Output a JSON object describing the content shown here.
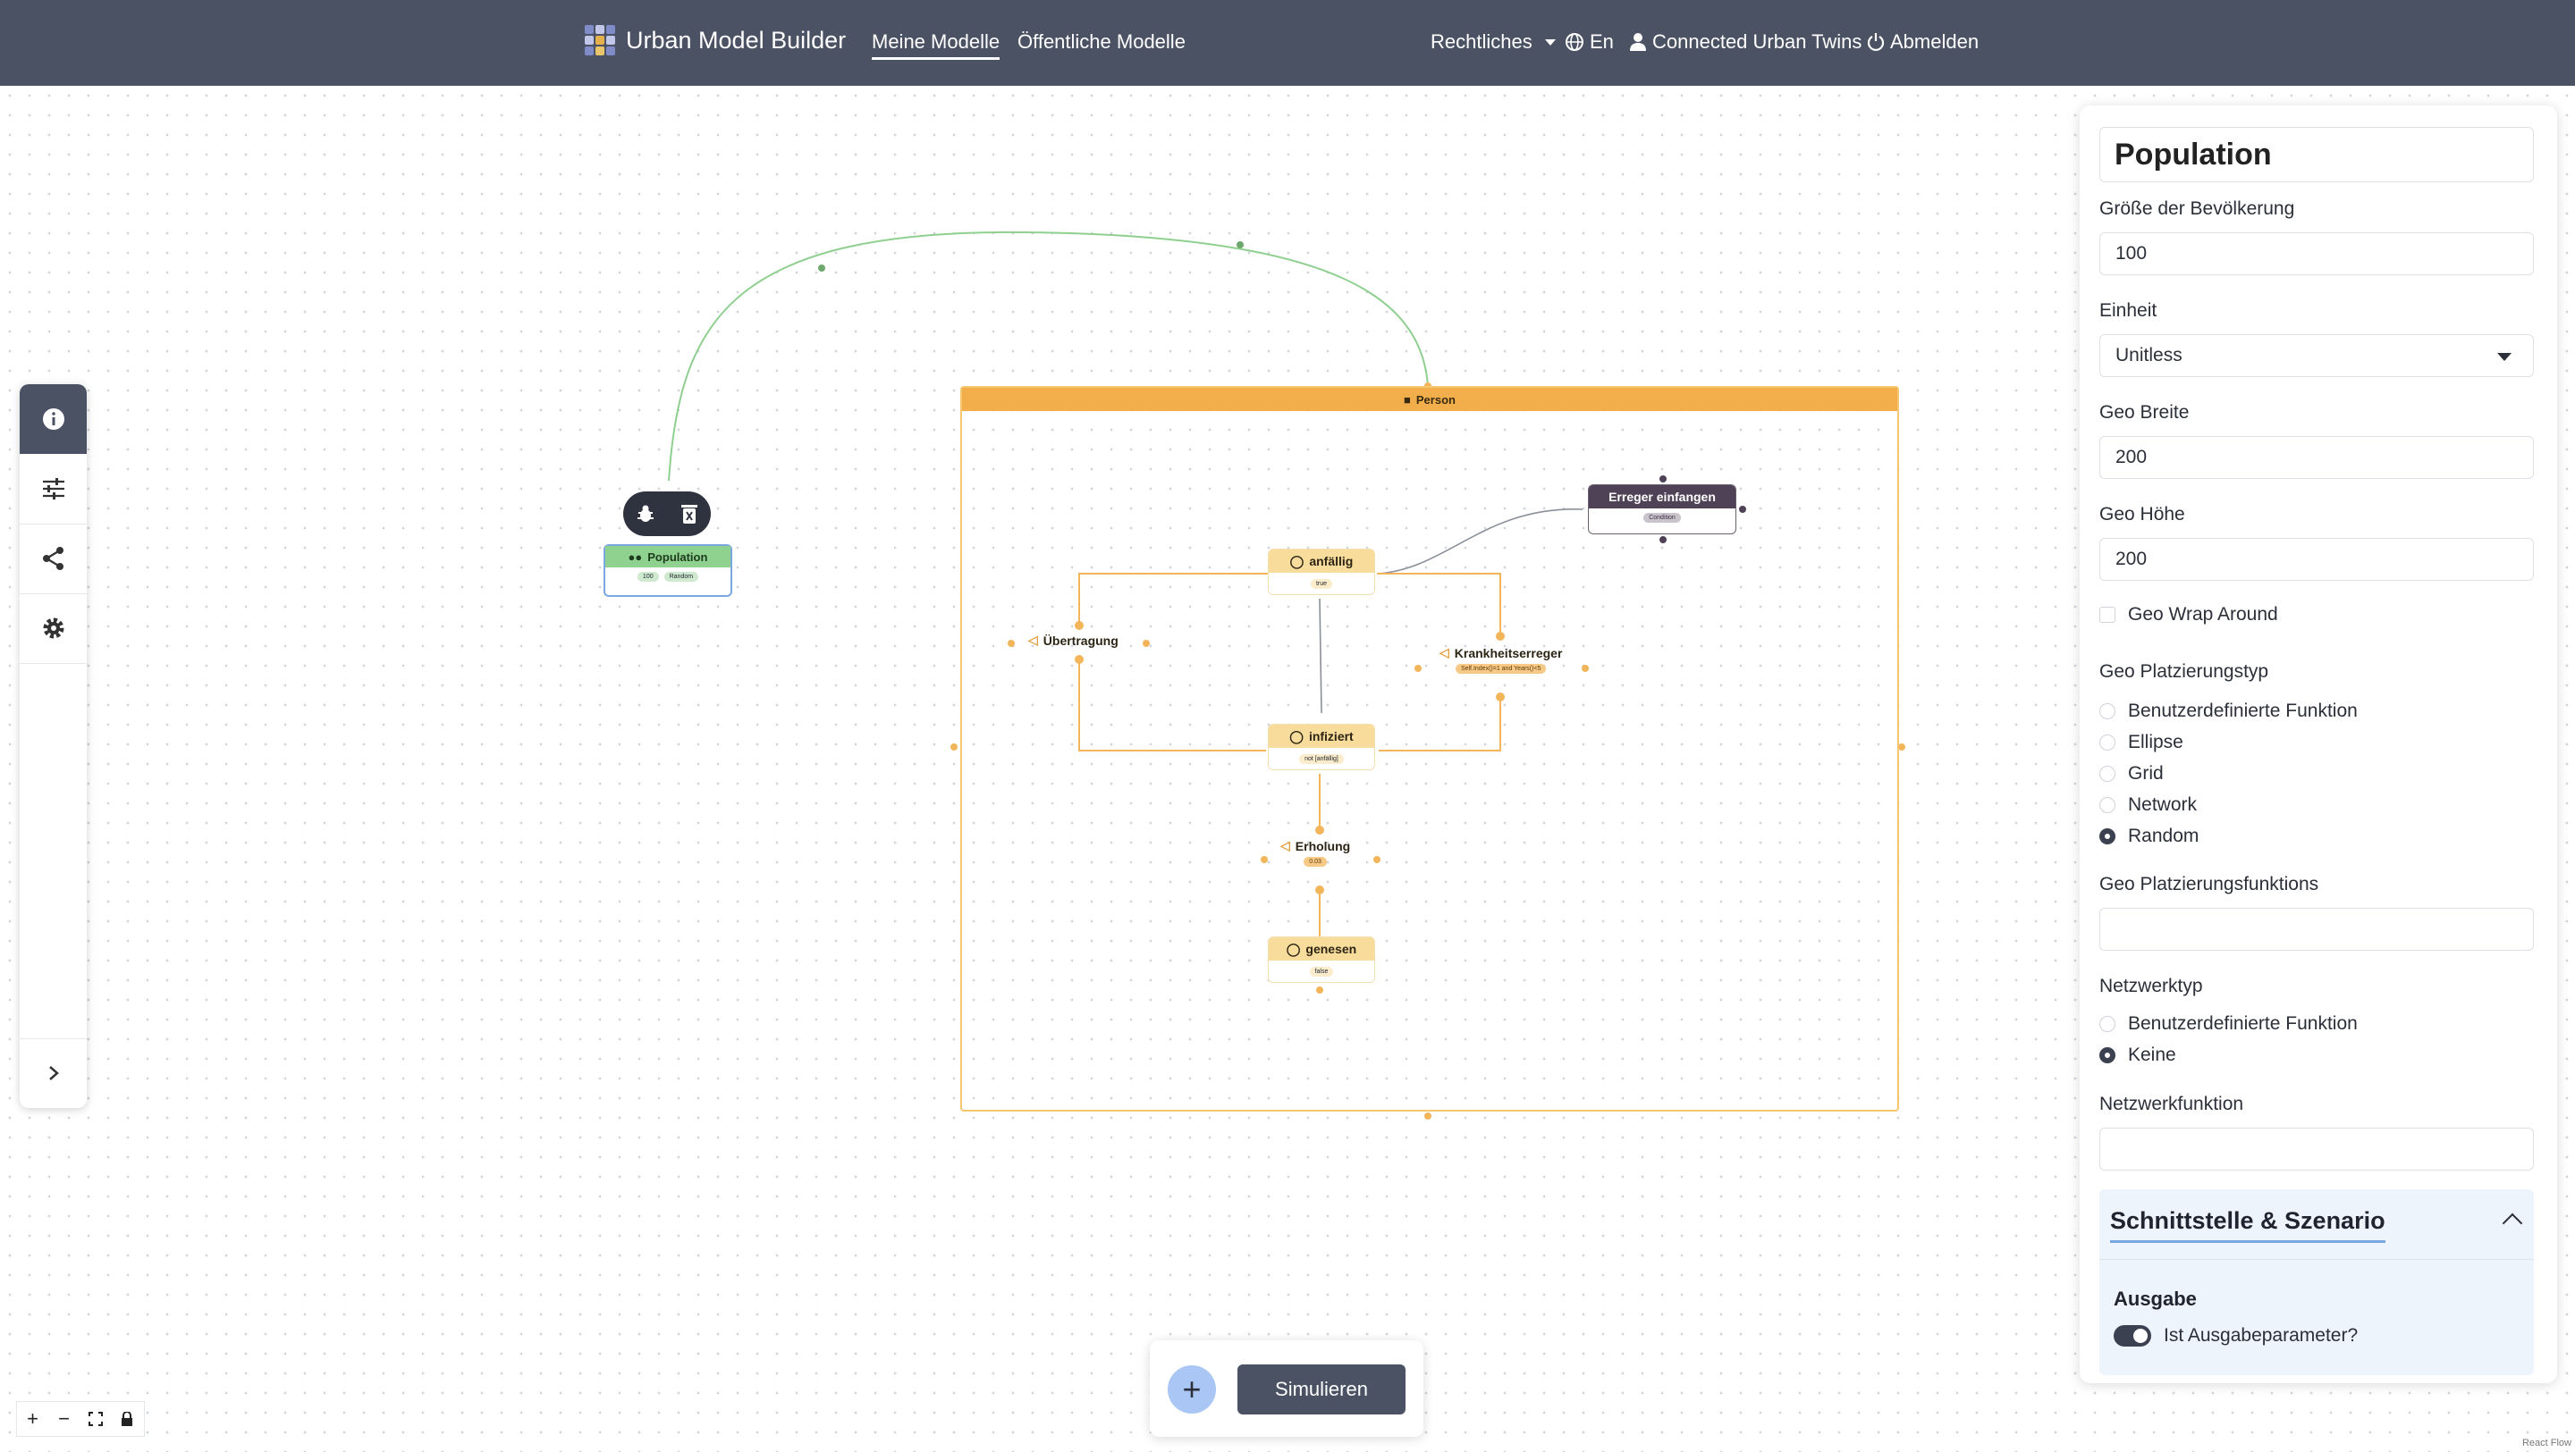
{
  "header": {
    "brand": "Urban Model Builder",
    "nav": [
      "Meine Modelle",
      "Öffentliche Modelle"
    ],
    "legal": "Rechtliches",
    "lang": "En",
    "connected": "Connected Urban Twins",
    "logout": "Abmelden"
  },
  "diagram": {
    "population": {
      "title": "Population",
      "size_pill": "100",
      "placement_pill": "Random"
    },
    "agent": {
      "title": "Person"
    },
    "states": {
      "anfaellig": {
        "title": "anfällig",
        "pill": "true"
      },
      "infiziert": {
        "title": "infiziert",
        "pill": "not [anfällig]"
      },
      "genesen": {
        "title": "genesen",
        "pill": "false"
      }
    },
    "flows": {
      "uebertragung": {
        "title": "Übertragung"
      },
      "krankheitserreger": {
        "title": "Krankheitserreger",
        "pill": "Self.Index()=1 and Years()<5"
      },
      "erholung": {
        "title": "Erholung",
        "pill": "0.03"
      }
    },
    "trigger": {
      "title": "Erreger einfangen",
      "pill": "Condition"
    }
  },
  "panel": {
    "title": "Population",
    "size_label": "Größe der Bevölkerung",
    "size_value": "100",
    "unit_label": "Einheit",
    "unit_value": "Unitless",
    "geo_width_label": "Geo Breite",
    "geo_width_value": "200",
    "geo_height_label": "Geo Höhe",
    "geo_height_value": "200",
    "wrap_label": "Geo Wrap Around",
    "placement_type_label": "Geo Platzierungstyp",
    "placement_options": [
      "Benutzerdefinierte Funktion",
      "Ellipse",
      "Grid",
      "Network",
      "Random"
    ],
    "placement_selected": "Random",
    "placement_function_label": "Geo Platzierungsfunktions",
    "network_type_label": "Netzwerktyp",
    "network_options": [
      "Benutzerdefinierte Funktion",
      "Keine"
    ],
    "network_selected": "Keine",
    "network_function_label": "Netzwerkfunktion",
    "accordion_title": "Schnittstelle & Szenario",
    "output_label": "Ausgabe",
    "output_toggle_label": "Ist Ausgabeparameter?",
    "output_toggle_on": true
  },
  "bottom": {
    "add_label": "+",
    "simulate_label": "Simulieren"
  },
  "zoom": {
    "in": "+",
    "out": "−"
  },
  "attribution": "React Flow",
  "colors": {
    "header": "#4b5264",
    "accent": "#7aa7e0",
    "agent": "#f2ae4b",
    "state": "#f8dc9c",
    "population": "#8fd18f"
  }
}
